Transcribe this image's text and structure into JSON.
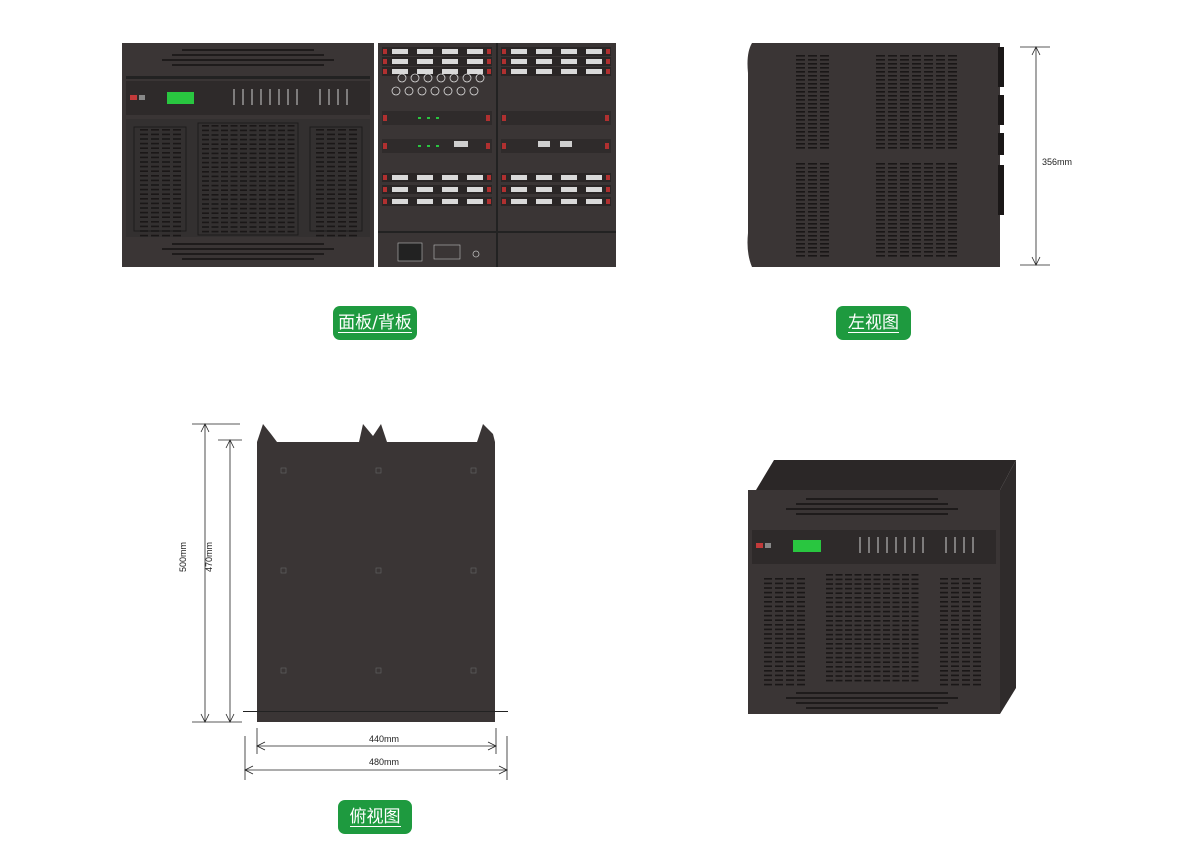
{
  "labels": {
    "front_back": "面板/背板",
    "left_view": "左视图",
    "top_view": "俯视图"
  },
  "dimensions": {
    "height": "356mm",
    "depth_outer": "500mm",
    "depth_inner": "470mm",
    "width_inner": "440mm",
    "width_outer": "480mm"
  },
  "colors": {
    "chassis": "#3a3535",
    "badge": "#1e9a3f",
    "display": "#29c640"
  }
}
